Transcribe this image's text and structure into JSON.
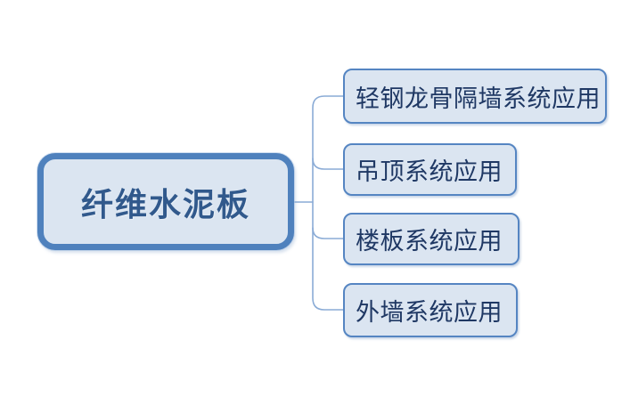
{
  "diagram": {
    "type": "mindmap",
    "root": {
      "label": "纤维水泥板"
    },
    "branches": [
      {
        "label": "轻钢龙骨隔墙系统应用"
      },
      {
        "label": "吊顶系统应用"
      },
      {
        "label": "楼板系统应用"
      },
      {
        "label": "外墙系统应用"
      }
    ],
    "colors": {
      "node_fill": "#dbe5f1",
      "root_border": "#4f81bd",
      "branch_border": "#5585c2",
      "connector": "#8aabd6",
      "root_text": "#31598c",
      "branch_text": "#1f3864"
    }
  }
}
